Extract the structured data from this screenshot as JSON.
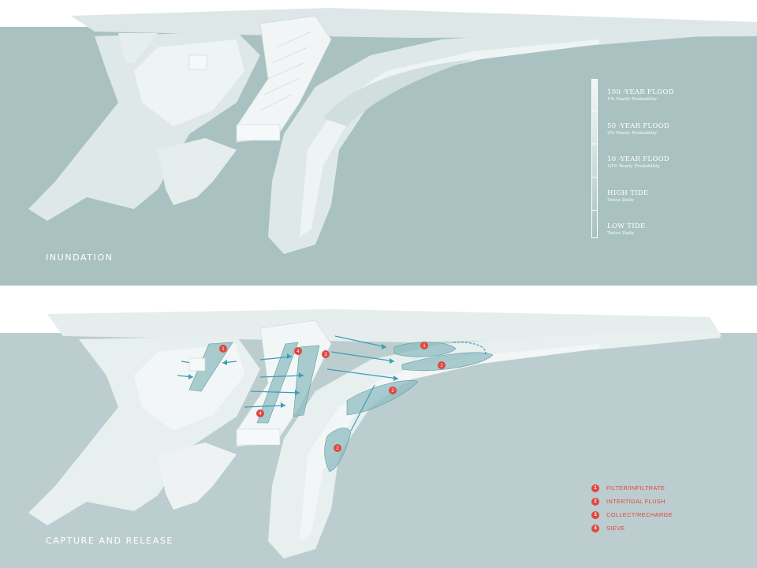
{
  "panels": {
    "top": {
      "title": "INUNDATION",
      "legend": [
        {
          "label": "100 -YEAR FLOOD",
          "sub": "1% Yearly Probability"
        },
        {
          "label": "50 -YEAR FLOOD",
          "sub": "2% Yearly Probability"
        },
        {
          "label": "10 -YEAR FLOOD",
          "sub": "10% Yearly Probability"
        },
        {
          "label": "HIGH TIDE",
          "sub": "Twice Daily"
        },
        {
          "label": "LOW TIDE",
          "sub": "Twice Daily"
        }
      ]
    },
    "bottom": {
      "title": "CAPTURE AND RELEASE",
      "legend": [
        {
          "num": "1",
          "label": "FILTER/INFILTRATE"
        },
        {
          "num": "2",
          "label": "INTERTIDAL FLUSH"
        },
        {
          "num": "3",
          "label": "COLLECT/RECHARGE"
        },
        {
          "num": "4",
          "label": "SIEVE"
        }
      ],
      "markers": [
        "1",
        "4",
        "3",
        "1",
        "1",
        "2",
        "4",
        "2"
      ]
    }
  },
  "colors": {
    "water_top": "#a9c2c1",
    "water_bottom": "#bccdcf",
    "land": "#e4ecec",
    "land_light": "#f1f5f5",
    "marker": "#e0473e",
    "wetland": "#8fbcc0",
    "arrow": "#3d9db5"
  }
}
